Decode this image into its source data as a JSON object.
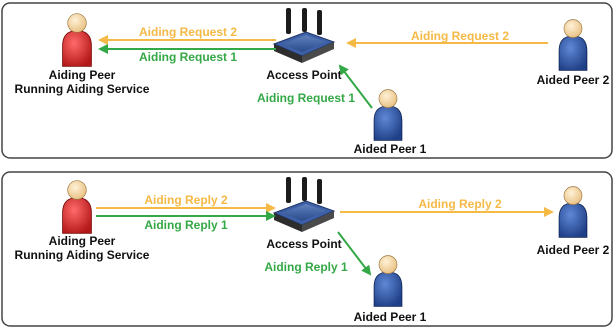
{
  "colors": {
    "request_2": "#f5b945",
    "request_1": "#34a847",
    "peer_service": "#d42a2a",
    "peer_aided": "#2b55a3",
    "panel_border": "#444444",
    "skin": "#f6d9a6"
  },
  "icons": {
    "service_peer": "person-red-icon",
    "aided_peer": "person-blue-icon",
    "access_point": "wireless-router-icon"
  },
  "panels": [
    {
      "name": "request-panel",
      "service_peer": {
        "line1": "Aiding Peer",
        "line2": "Running Aiding Service"
      },
      "access_point": "Access Point",
      "aided_peer_1": "Aided Peer 1",
      "aided_peer_2": "Aided Peer 2",
      "arrows": {
        "ap_to_service_2": "Aiding Request 2",
        "ap_to_service_1": "Aiding Request 1",
        "peer2_to_ap": "Aiding Request 2",
        "peer1_to_ap": "Aiding Request 1"
      }
    },
    {
      "name": "reply-panel",
      "service_peer": {
        "line1": "Aiding Peer",
        "line2": "Running Aiding Service"
      },
      "access_point": "Access Point",
      "aided_peer_1": "Aided Peer 1",
      "aided_peer_2": "Aided Peer 2",
      "arrows": {
        "service_to_ap_2": "Aiding Reply 2",
        "service_to_ap_1": "Aiding Reply 1",
        "ap_to_peer2": "Aiding Reply 2",
        "ap_to_peer1": "Aiding Reply 1"
      }
    }
  ]
}
